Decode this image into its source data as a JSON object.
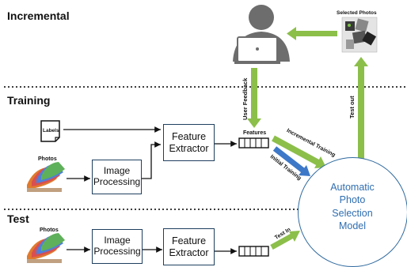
{
  "sections": {
    "incremental": "Incremental",
    "training": "Training",
    "test": "Test"
  },
  "nodes": {
    "labels": "Labels",
    "photos_training": "Photos",
    "photos_test": "Photos",
    "image_processing_training": "Image Processing",
    "image_processing_test": "Image Processing",
    "feature_extractor_training": "Feature Extractor",
    "feature_extractor_test": "Feature Extractor",
    "features": "Features",
    "selected_photos": "Selected Photos",
    "model": [
      "Automatic",
      "Photo",
      "Selection",
      "Model"
    ]
  },
  "arrows": {
    "user_feedback": "User Feedback",
    "test_out": "Test out",
    "incremental_training": "Incremental Training",
    "initial_training": "Initial Training",
    "test_in": "Test In"
  },
  "colors": {
    "green_arrow": "#8cbf4a",
    "blue_arrow": "#3d78c8",
    "box_border": "#1f3f5f",
    "model_text": "#2f6eb0",
    "person": "#6d6d6d"
  },
  "icons": [
    "user-laptop-icon",
    "selected-photos-icon",
    "document-icon",
    "photo-stack-icon"
  ]
}
